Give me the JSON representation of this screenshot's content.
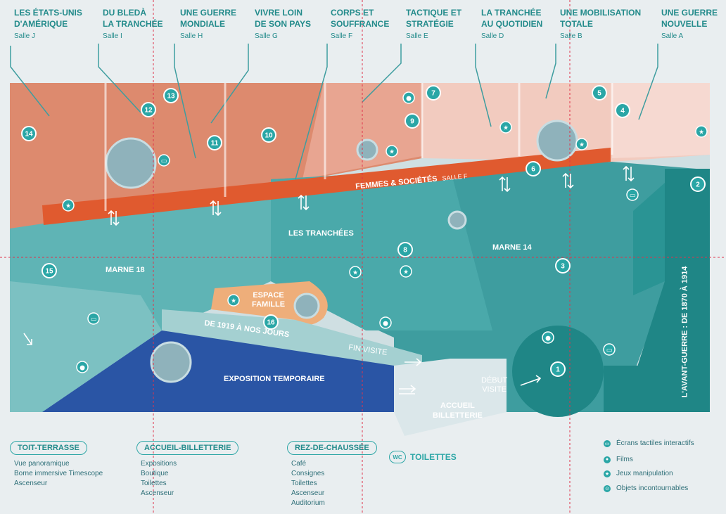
{
  "rooms": [
    {
      "name_1": "LES ÉTATS-UNIS",
      "name_2": "D'AMÉRIQUE",
      "salle": "Salle J"
    },
    {
      "name_1": "DU BLEDÀ",
      "name_2": "LA TRANCHÉE",
      "salle": "Salle I"
    },
    {
      "name_1": "UNE GUERRE",
      "name_2": "MONDIALE",
      "salle": "Salle H"
    },
    {
      "name_1": "VIVRE LOIN",
      "name_2": "DE SON PAYS",
      "salle": "Salle G"
    },
    {
      "name_1": "CORPS ET",
      "name_2": "SOUFFRANCE",
      "salle": "Salle F"
    },
    {
      "name_1": "TACTIQUE ET",
      "name_2": "STRATÉGIE",
      "salle": "Salle E"
    },
    {
      "name_1": "LA TRANCHÉE",
      "name_2": "AU QUOTIDIEN",
      "salle": "Salle D"
    },
    {
      "name_1": "UNE MOBILISATION",
      "name_2": "TOTALE",
      "salle": "Salle B"
    },
    {
      "name_1": "UNE GUERRE",
      "name_2": "NOUVELLE",
      "salle": "Salle A"
    }
  ],
  "zones": {
    "femmes": "FEMMES & SOCIÉTÉS",
    "femmes_salle": "SALLE F",
    "tranchees": "LES TRANCHÉES",
    "marne14": "MARNE 14",
    "marne18": "MARNE 18",
    "espace_1": "ESPACE",
    "espace_2": "FAMILLE",
    "de1919": "DE 1919 À NOS JOURS",
    "fin_visite": "FIN VISITE",
    "expo": "EXPOSITION TEMPORAIRE",
    "debut_1": "DÉBUT",
    "debut_2": "VISITE",
    "accueil_1": "ACCUEIL",
    "accueil_2": "BILLETTERIE",
    "avant_guerre": "L'AVANT-GUERRE : DE 1870 À 1914"
  },
  "stops": [
    "1",
    "2",
    "3",
    "4",
    "5",
    "6",
    "7",
    "8",
    "9",
    "10",
    "11",
    "12",
    "13",
    "14",
    "15",
    "16"
  ],
  "legend": {
    "toit": {
      "title": "TOIT-TERRASSE",
      "items": [
        "Vue panoramique",
        "Borne immersive Timescope",
        "Ascenseur"
      ]
    },
    "accueil": {
      "title": "ACCUEIL-BILLETTERIE",
      "items": [
        "Expositions",
        "Boutique",
        "Toilettes",
        "Ascenseur"
      ]
    },
    "rdc": {
      "title": "REZ-DE-CHAUSSÉE",
      "items": [
        "Café",
        "Consignes",
        "Toilettes",
        "Ascenseur",
        "Auditorium"
      ]
    },
    "wc_badge": "WC",
    "wc_label": "TOILETTES"
  },
  "key": [
    {
      "icon": "screen-icon",
      "label": "Écrans tactiles interactifs"
    },
    {
      "icon": "film-icon",
      "label": "Films"
    },
    {
      "icon": "star-icon",
      "label": "Jeux manipulation"
    },
    {
      "icon": "object-icon",
      "label": "Objets incontournables"
    }
  ],
  "colors": {
    "teal": "#3e9d9f",
    "teal_dark": "#1f8686",
    "orange": "#e05a2f",
    "salmon": "#dd8a6e",
    "pink": "#f0c8bd",
    "blue": "#2a55a5",
    "sand": "#eeae7a",
    "accent": "#2aa6a6"
  }
}
